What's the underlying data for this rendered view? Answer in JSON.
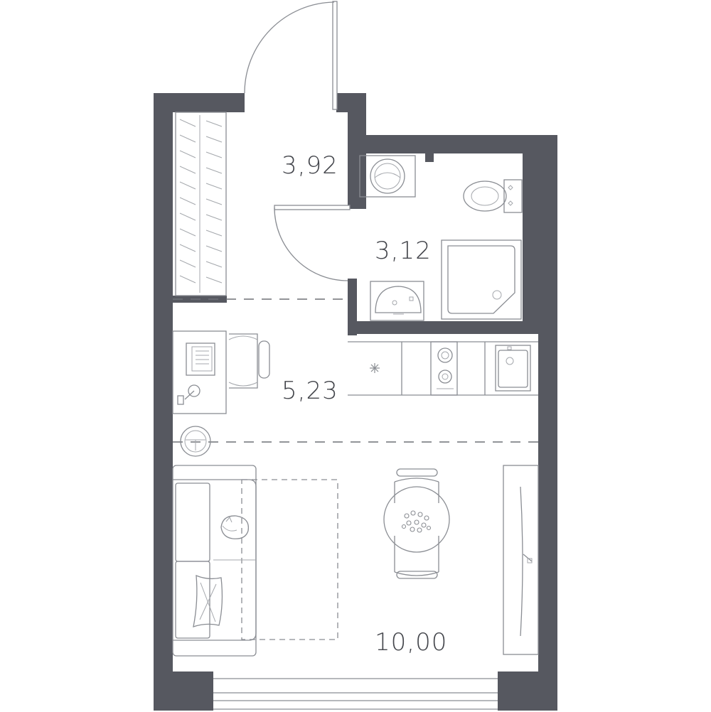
{
  "plan": {
    "title": "",
    "colors": {
      "wall": "#565860",
      "line": "#8a8d93",
      "text": "#43454b"
    },
    "rooms": [
      {
        "id": "hallway",
        "area": "3,92"
      },
      {
        "id": "bathroom",
        "area": "3,12"
      },
      {
        "id": "kitchen",
        "area": "5,23"
      },
      {
        "id": "living",
        "area": "10,00"
      }
    ],
    "fixtures": [
      "wardrobe",
      "entrance-door",
      "bathroom-door",
      "washing-machine",
      "toilet",
      "shower-tray",
      "washbasin",
      "desk",
      "laptop",
      "desk-chair",
      "desk-lamp",
      "kitchen-counter",
      "hob",
      "kitchen-sink",
      "round-table",
      "dining-chair",
      "sofa",
      "rug",
      "cat",
      "pillow",
      "ottoman",
      "tv-stand",
      "window"
    ]
  }
}
